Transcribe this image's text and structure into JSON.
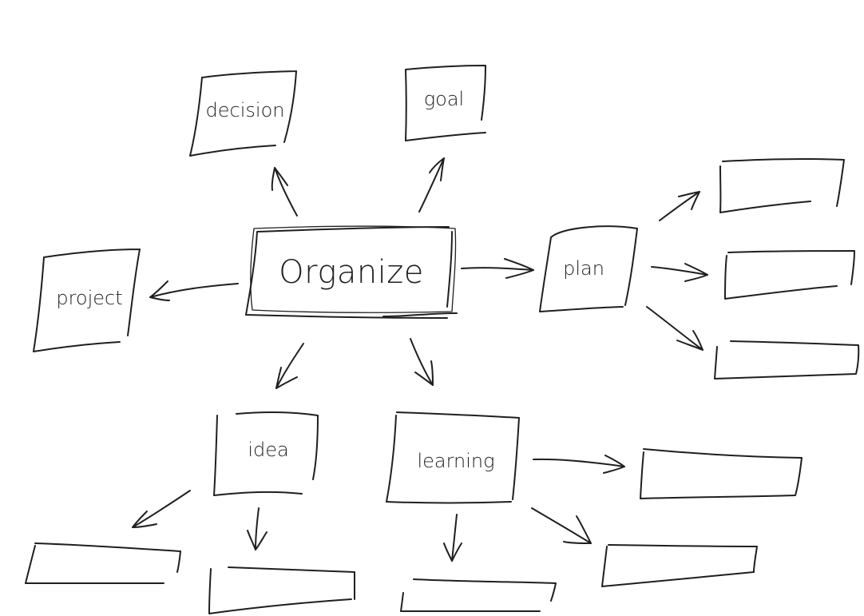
{
  "diagram": {
    "central": {
      "label": "Organize"
    },
    "nodes": {
      "decision": "decision",
      "goal": "goal",
      "project": "project",
      "plan": "plan",
      "idea": "idea",
      "learning": "learning"
    }
  },
  "colors": {
    "stroke": "#1f1f1f",
    "background": "#ffffff"
  }
}
